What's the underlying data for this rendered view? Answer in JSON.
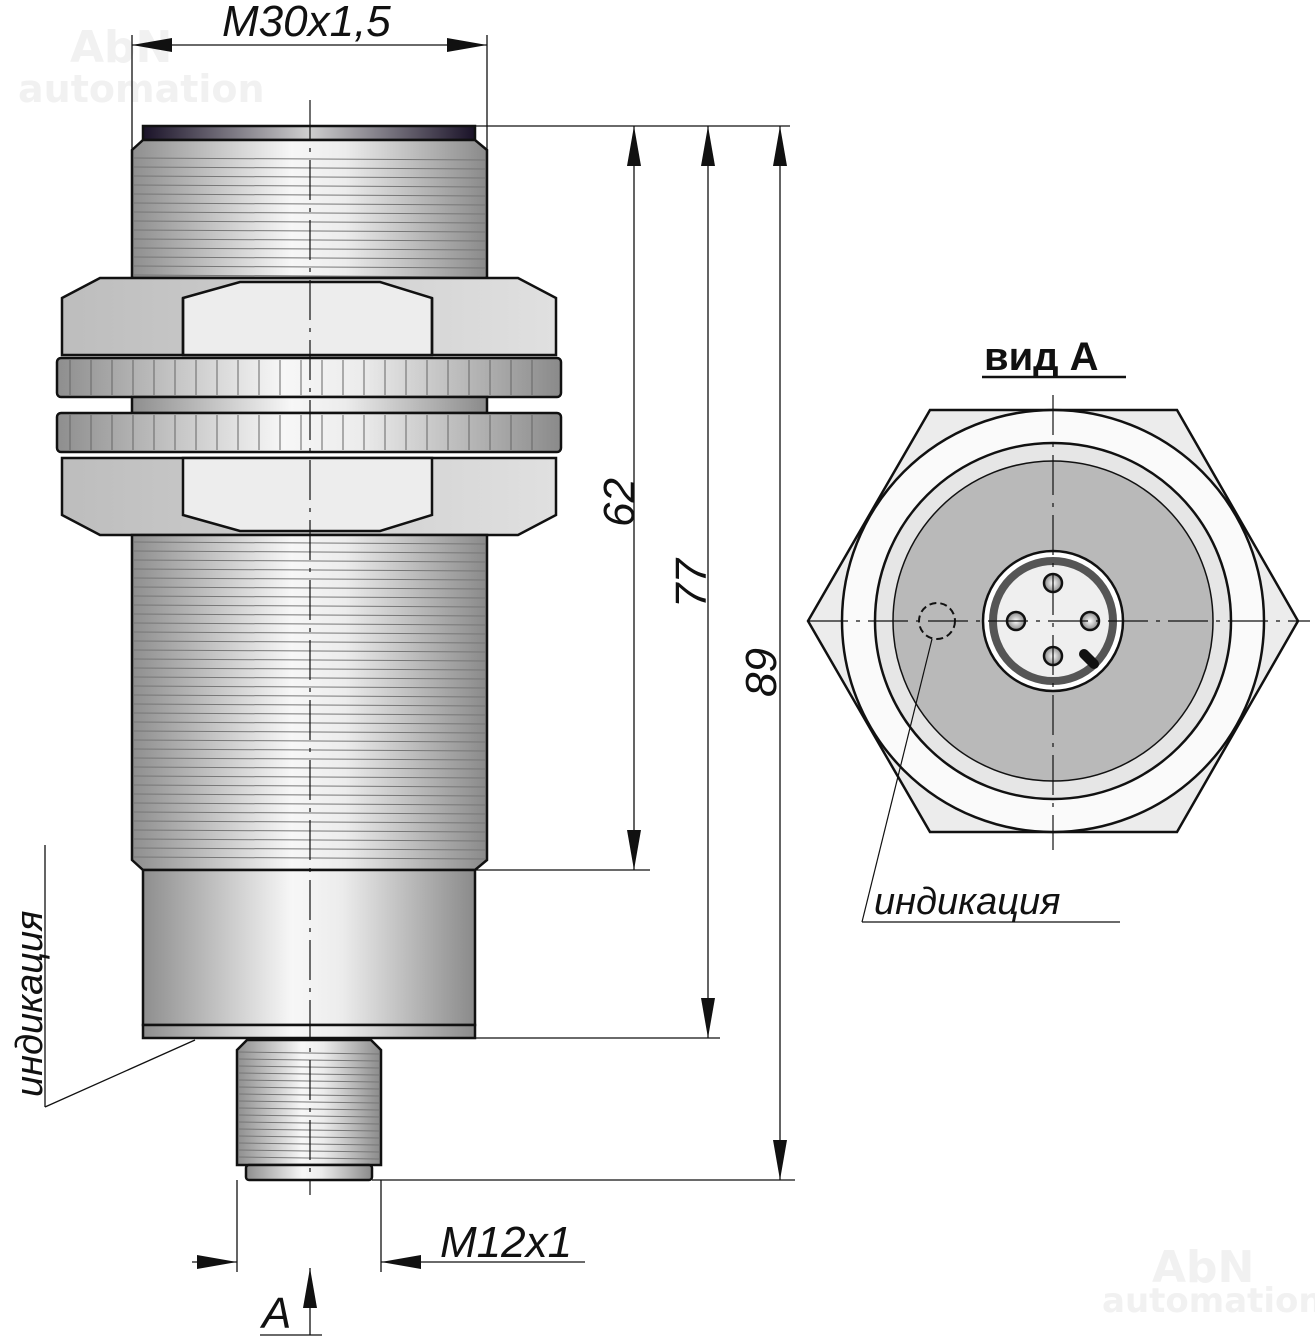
{
  "watermark": {
    "line1": "AbN",
    "line2": "automation"
  },
  "dimensions": {
    "thread_main": "M30x1,5",
    "length_thread": "62",
    "length_body": "77",
    "length_total": "89",
    "thread_connector": "M12x1"
  },
  "labels": {
    "indication_side": "индикация",
    "indication_view": "индикация",
    "view_title": "вид А",
    "view_marker": "A"
  },
  "colors": {
    "line": "#111111",
    "metal_light": "#f2f2f2",
    "metal_dark": "#9a9a9a",
    "face_grey": "#b9b9b9"
  }
}
